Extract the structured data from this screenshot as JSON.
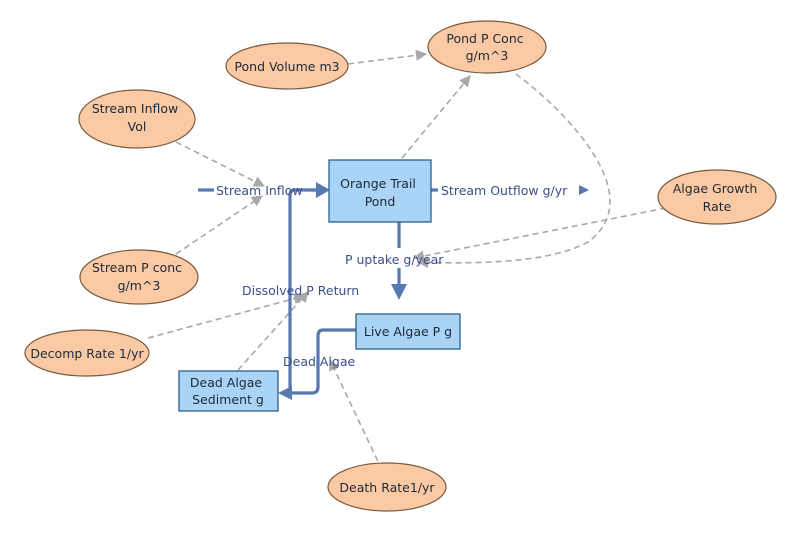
{
  "colors": {
    "stock_fill": "#a9d4f6",
    "stock_stroke": "#2e5e8e",
    "aux_fill": "#fbc9a3",
    "aux_stroke": "#7a5a3d",
    "flow": "#5878b0",
    "link": "#a8a8a8",
    "text": "#1d2a3a",
    "flow_text": "#3c4f8a"
  },
  "stocks": {
    "pond": [
      "Orange Trail",
      "Pond"
    ],
    "live_algae": [
      "Live Algae P g"
    ],
    "sediment": [
      "Dead Algae",
      "Sediment g"
    ]
  },
  "variables": {
    "pond_volume": [
      "Pond Volume m3"
    ],
    "pond_p_conc": [
      "Pond P Conc",
      "g/m^3"
    ],
    "stream_inflow_vol": [
      "Stream Inflow",
      "Vol"
    ],
    "stream_p_conc": [
      "Stream P conc",
      "g/m^3"
    ],
    "algae_growth_rate": [
      "Algae Growth",
      "Rate"
    ],
    "decomp_rate": [
      "Decomp Rate 1/yr"
    ],
    "death_rate": [
      "Death Rate1/yr"
    ]
  },
  "flows": {
    "stream_inflow": "Stream Inflow",
    "stream_outflow": "Stream Outflow g/yr",
    "p_uptake": "P uptake g/year",
    "dissolved_p_return": "Dissolved P Return",
    "dead_algae": "Dead Algae"
  }
}
